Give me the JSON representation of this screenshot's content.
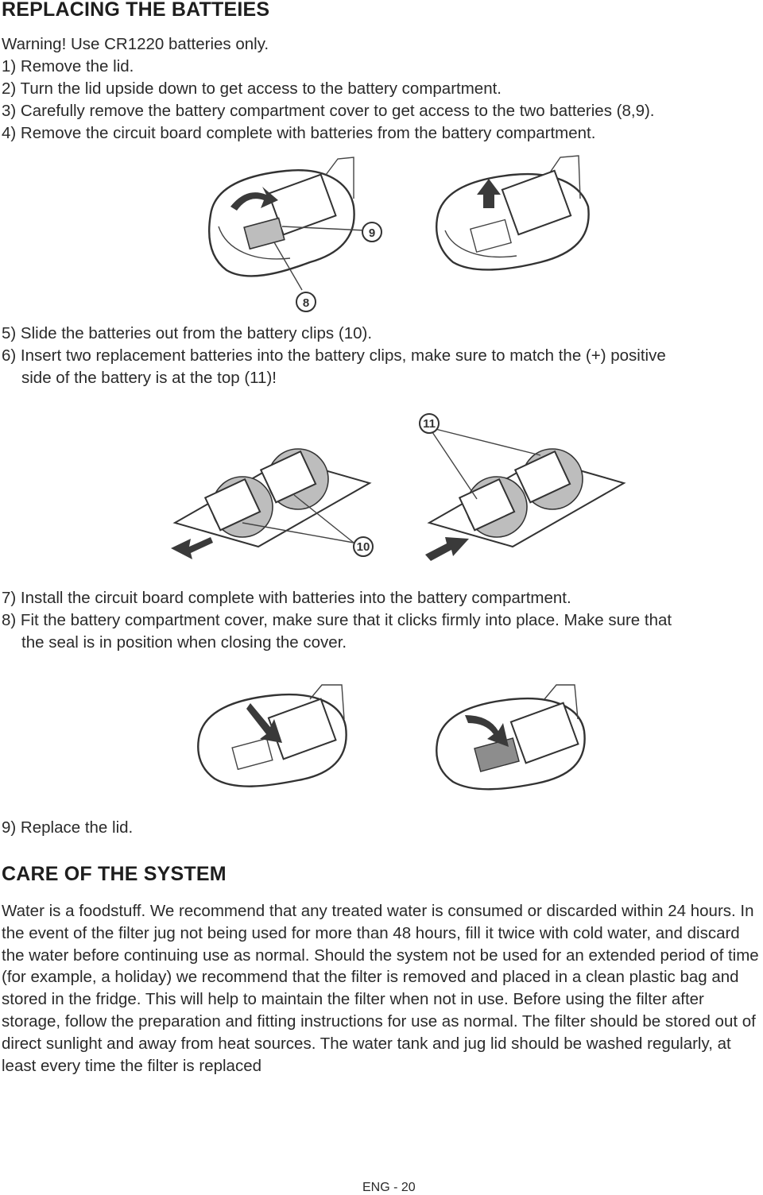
{
  "section1": {
    "title": "REPLACING THE BATTEIES",
    "steps_a": [
      "Warning! Use CR1220 batteries only.",
      "1) Remove the lid.",
      "2) Turn the lid upside down to get access to the battery compartment.",
      "3) Carefully remove the battery compartment cover to get access to the two batteries (8,9).",
      "4) Remove the circuit board complete with batteries from the battery compartment."
    ],
    "figure1": {
      "callout_9": "9",
      "callout_8": "8"
    },
    "steps_b": [
      "5) Slide the batteries out from the battery clips (10).",
      "6) Insert two replacement batteries into the battery clips, make sure to match the (+) positive",
      "side of the battery is at the top (11)!"
    ],
    "figure2": {
      "callout_11": "11",
      "callout_10": "10"
    },
    "steps_c": [
      "7) Install the circuit board complete with batteries into the battery compartment.",
      "8) Fit the battery compartment cover, make sure that it clicks firmly into place. Make sure that",
      "the seal is in position when closing the cover."
    ],
    "step_9": "9) Replace the lid."
  },
  "section2": {
    "title": "CARE OF THE SYSTEM",
    "body": "Water is a foodstuff. We recommend that any treated water is consumed or discarded within 24 hours. In the event of the filter jug not being used for more than 48 hours, fill it twice with cold water, and discard the water before continuing use as normal. Should the system not be used for an extended period of time (for example, a holiday) we recommend that the filter is removed and placed in a clean plastic bag and stored in the fridge. This will help to maintain the filter when not in use. Before using the filter after storage, follow the preparation and fitting instructions for use as normal. The filter should be stored out of direct sunlight and away from heat sources. The water tank and jug lid should be washed regularly, at least every time the filter is replaced"
  },
  "footer": {
    "page": "ENG - 20"
  }
}
